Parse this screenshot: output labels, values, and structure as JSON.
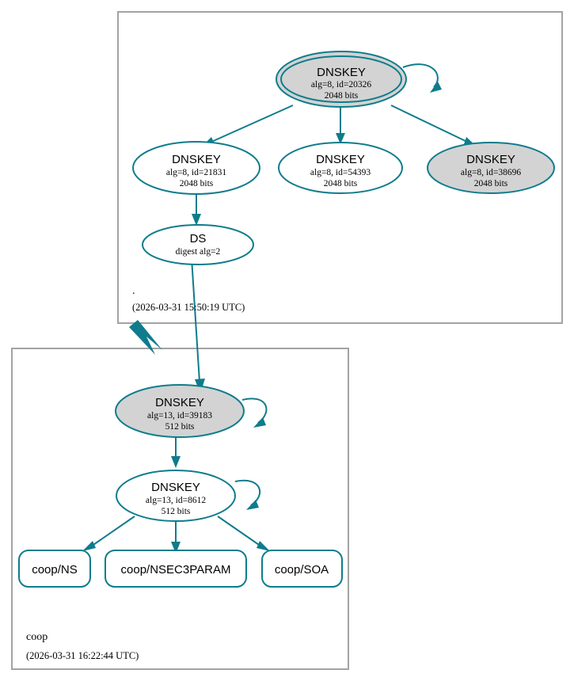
{
  "diagram": {
    "type": "dnssec-authentication-chain",
    "colors": {
      "accent": "#0e7c8c",
      "secure_key_fill": "#d3d3d3",
      "default_fill": "#ffffff",
      "zone_border": "#a3a3a3"
    }
  },
  "zones": [
    {
      "id": "root",
      "name": ".",
      "timestamp": "(2026-03-31 15:50:19 UTC)",
      "nodes": [
        {
          "id": "root-ksk-20326",
          "kind": "dnskey",
          "title": "DNSKEY",
          "line2": "alg=8, id=20326",
          "line3": "2048 bits",
          "fill": "gray",
          "double_border": true,
          "self_signed": true
        },
        {
          "id": "root-zsk-21831",
          "kind": "dnskey",
          "title": "DNSKEY",
          "line2": "alg=8, id=21831",
          "line3": "2048 bits",
          "fill": "white",
          "double_border": false,
          "self_signed": false
        },
        {
          "id": "root-zsk-54393",
          "kind": "dnskey",
          "title": "DNSKEY",
          "line2": "alg=8, id=54393",
          "line3": "2048 bits",
          "fill": "white",
          "double_border": false,
          "self_signed": false
        },
        {
          "id": "root-zsk-38696",
          "kind": "dnskey",
          "title": "DNSKEY",
          "line2": "alg=8, id=38696",
          "line3": "2048 bits",
          "fill": "gray",
          "double_border": false,
          "self_signed": false
        },
        {
          "id": "root-ds",
          "kind": "ds",
          "title": "DS",
          "line2": "digest alg=2",
          "line3": "",
          "fill": "white",
          "double_border": false,
          "self_signed": false
        }
      ]
    },
    {
      "id": "coop",
      "name": "coop",
      "timestamp": "(2026-03-31 16:22:44 UTC)",
      "nodes": [
        {
          "id": "coop-ksk-39183",
          "kind": "dnskey",
          "title": "DNSKEY",
          "line2": "alg=13, id=39183",
          "line3": "512 bits",
          "fill": "gray",
          "double_border": false,
          "self_signed": true
        },
        {
          "id": "coop-zsk-8612",
          "kind": "dnskey",
          "title": "DNSKEY",
          "line2": "alg=13, id=8612",
          "line3": "512 bits",
          "fill": "white",
          "double_border": false,
          "self_signed": true
        }
      ],
      "records": [
        {
          "id": "coop-ns",
          "label": "coop/NS"
        },
        {
          "id": "coop-nsec3param",
          "label": "coop/NSEC3PARAM"
        },
        {
          "id": "coop-soa",
          "label": "coop/SOA"
        }
      ]
    }
  ],
  "edges": [
    {
      "from": "root-ksk-20326",
      "to": "root-ksk-20326",
      "kind": "self-loop"
    },
    {
      "from": "root-ksk-20326",
      "to": "root-zsk-21831",
      "kind": "signs"
    },
    {
      "from": "root-ksk-20326",
      "to": "root-zsk-54393",
      "kind": "signs"
    },
    {
      "from": "root-ksk-20326",
      "to": "root-zsk-38696",
      "kind": "signs"
    },
    {
      "from": "root-zsk-21831",
      "to": "root-ds",
      "kind": "signs"
    },
    {
      "from": "root-ds",
      "to": "coop-ksk-39183",
      "kind": "delegates"
    },
    {
      "from": "coop-ksk-39183",
      "to": "coop-ksk-39183",
      "kind": "self-loop"
    },
    {
      "from": "coop-ksk-39183",
      "to": "coop-zsk-8612",
      "kind": "signs"
    },
    {
      "from": "coop-zsk-8612",
      "to": "coop-zsk-8612",
      "kind": "self-loop"
    },
    {
      "from": "coop-zsk-8612",
      "to": "coop-ns",
      "kind": "signs"
    },
    {
      "from": "coop-zsk-8612",
      "to": "coop-nsec3param",
      "kind": "signs"
    },
    {
      "from": "coop-zsk-8612",
      "to": "coop-soa",
      "kind": "signs"
    }
  ]
}
